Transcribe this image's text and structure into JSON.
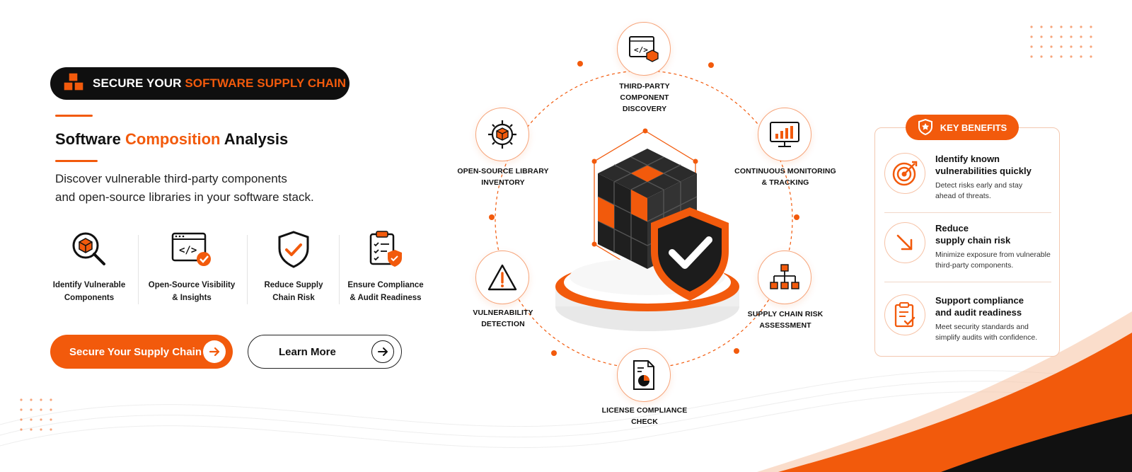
{
  "hero": {
    "badge_prefix": "SECURE YOUR ",
    "badge_highlight": "SOFTWARE SUPPLY CHAIN"
  },
  "title": {
    "part1": "Software ",
    "highlight": "Composition",
    "part2": " Analysis"
  },
  "description": {
    "line1": "Discover vulnerable third-party components",
    "line2": "and open-source libraries in your software stack."
  },
  "features": [
    {
      "line1": "Identify Vulnerable",
      "line2": "Components",
      "icon": "magnifier-cube-icon"
    },
    {
      "line1": "Open-Source Visibility",
      "line2": "& Insights",
      "icon": "code-window-icon"
    },
    {
      "line1": "Reduce Supply",
      "line2": "Chain Risk",
      "icon": "shield-check-icon"
    },
    {
      "line1": "Ensure Compliance",
      "line2": "& Audit Readiness",
      "icon": "clipboard-check-icon"
    }
  ],
  "buttons": {
    "primary": "Secure Your Supply Chain",
    "secondary": "Learn More"
  },
  "diagram": {
    "nodes": [
      {
        "line1": "THIRD-PARTY",
        "line2": "COMPONENT",
        "line3": "DISCOVERY",
        "icon": "code-window-box-icon"
      },
      {
        "line1": "CONTINUOUS MONITORING",
        "line2": "& TRACKING",
        "icon": "monitor-chart-icon"
      },
      {
        "line1": "SUPPLY CHAIN RISK",
        "line2": "ASSESSMENT",
        "icon": "hierarchy-icon"
      },
      {
        "line1": "LICENSE COMPLIANCE",
        "line2": "CHECK",
        "icon": "document-pie-icon"
      },
      {
        "line1": "VULNERABILITY",
        "line2": "DETECTION",
        "icon": "warning-triangle-icon"
      },
      {
        "line1": "OPEN-SOURCE LIBRARY",
        "line2": "INVENTORY",
        "icon": "gear-cube-icon"
      }
    ],
    "center_icon": "cube-shield-icon"
  },
  "benefits": {
    "header": "KEY BENEFITS",
    "items": [
      {
        "title1": "Identify known",
        "title2": "vulnerabilities quickly",
        "desc1": "Detect risks early and stay",
        "desc2": "ahead of threats.",
        "icon": "target-icon"
      },
      {
        "title1": "Reduce",
        "title2": "supply chain risk",
        "desc1": "Minimize exposure from vulnerable",
        "desc2": "third-party components.",
        "icon": "arrow-down-right-icon"
      },
      {
        "title1": "Support compliance",
        "title2": "and audit readiness",
        "desc1": "Meet security standards and",
        "desc2": "simplify audits with confidence.",
        "icon": "clipboard-check-icon"
      }
    ]
  },
  "colors": {
    "accent": "#f25a0c",
    "dark": "#0f0f0f",
    "white": "#ffffff"
  }
}
